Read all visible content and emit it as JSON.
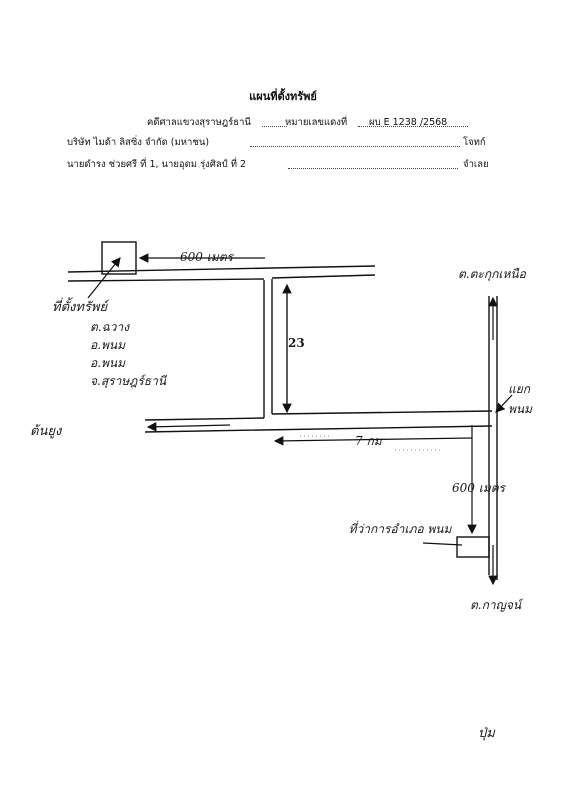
{
  "document": {
    "title": "แผนที่ตั้งทรัพย์",
    "header": {
      "court": "คดีศาลแขวงสุราษฎร์ธานี",
      "case_no_label": "หมายเลขแดงที่",
      "case_no_value": "ผบ E 1238 /2568",
      "plaintiff": "บริษัท ไมด้า ลิสซิ่ง จำกัด (มหาชน)",
      "plaintiff_role": "โจทก์",
      "defendant": "นายดำรง ช่วยศรี ที่ 1, นายอุดม รุ่งศิลป์ ที่ 2",
      "defendant_role": "จำเลย"
    }
  },
  "map": {
    "distance_top": "600 เมตร",
    "property_label": "ที่ตั้งทรัพย์",
    "property_address": [
      "ต.ฉวาง",
      "อ.พนม",
      "อ.พนม",
      "จ.สุราษฎร์ธานี"
    ],
    "road_number": "23",
    "west_label": "ต้นยูง",
    "north_label": "ต.ตะกุกเหนือ",
    "junction_label": "แยก พนม",
    "main_distance": "7 กม",
    "south_distance": "600 เมตร",
    "district_office": "ที่ว่าการอำเภอ พนม",
    "south_label": "ต.กาญจน์",
    "signature_mark": "ปุ่ม"
  }
}
